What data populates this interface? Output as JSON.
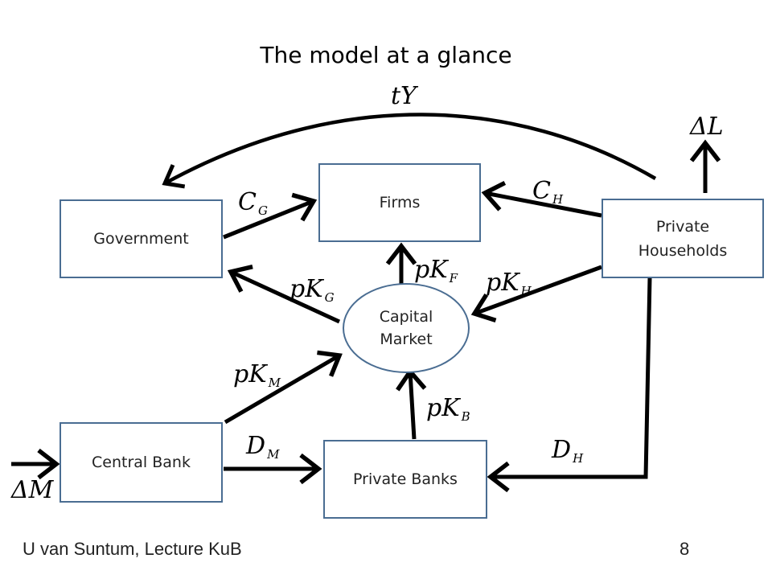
{
  "title": "The model at a glance",
  "nodes": {
    "firms": "Firms",
    "government": "Government",
    "households_line1": "Private",
    "households_line2": "Households",
    "capital_line1": "Capital",
    "capital_line2": "Market",
    "central_bank": "Central Bank",
    "private_banks": "Private Banks"
  },
  "flows": {
    "tax": {
      "main": "tY",
      "sub": ""
    },
    "labor": {
      "main": "ΔL",
      "sub": ""
    },
    "money": {
      "main": "ΔM",
      "sub": ""
    },
    "gov_consumption": {
      "main": "C",
      "sub": "G"
    },
    "hh_consumption": {
      "main": "C",
      "sub": "H"
    },
    "capital_firms": {
      "main": "pK",
      "sub": "F"
    },
    "capital_gov": {
      "main": "pK",
      "sub": "G"
    },
    "capital_hh": {
      "main": "pK",
      "sub": "H"
    },
    "capital_cb": {
      "main": "pK",
      "sub": "M"
    },
    "capital_banks": {
      "main": "pK",
      "sub": "B"
    },
    "deposits_cb": {
      "main": "D",
      "sub": "M"
    },
    "deposits_hh": {
      "main": "D",
      "sub": "H"
    }
  },
  "footer": {
    "left": "U van Suntum, Lecture KuB",
    "page": "8"
  }
}
